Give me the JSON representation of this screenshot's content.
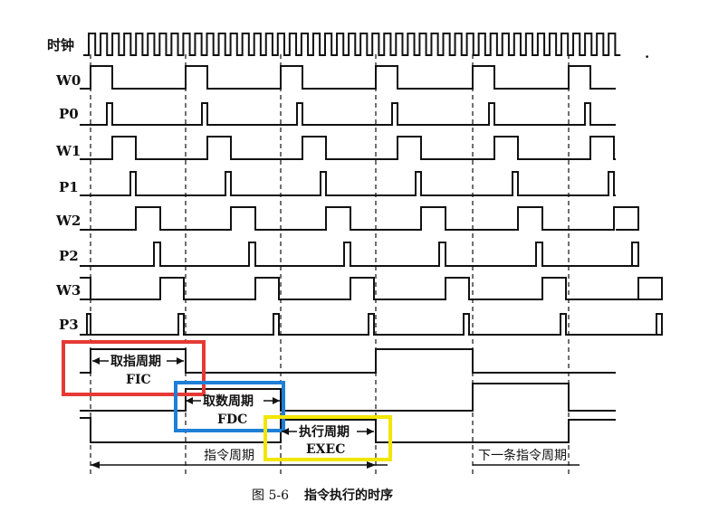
{
  "signals": [
    {
      "label": "时钟"
    },
    {
      "label": "W0"
    },
    {
      "label": "P0"
    },
    {
      "label": "W1"
    },
    {
      "label": "P1"
    },
    {
      "label": "W2"
    },
    {
      "label": "P2"
    },
    {
      "label": "W3"
    },
    {
      "label": "P3"
    }
  ],
  "trailing_dot": ".",
  "cycles": {
    "fic": {
      "name": "取指周期",
      "abbr": "FIC",
      "box_color": "#e53935"
    },
    "fdc": {
      "name": "取数周期",
      "abbr": "FDC",
      "box_color": "#1e7fd6"
    },
    "exec": {
      "name": "执行周期",
      "abbr": "EXEC",
      "box_color": "#f2e600"
    }
  },
  "instruction_cycle": "指令周期",
  "next_instruction_cycle": "下一条指令周期",
  "caption": {
    "figure": "图 5-6",
    "text": "指令执行的时序"
  }
}
